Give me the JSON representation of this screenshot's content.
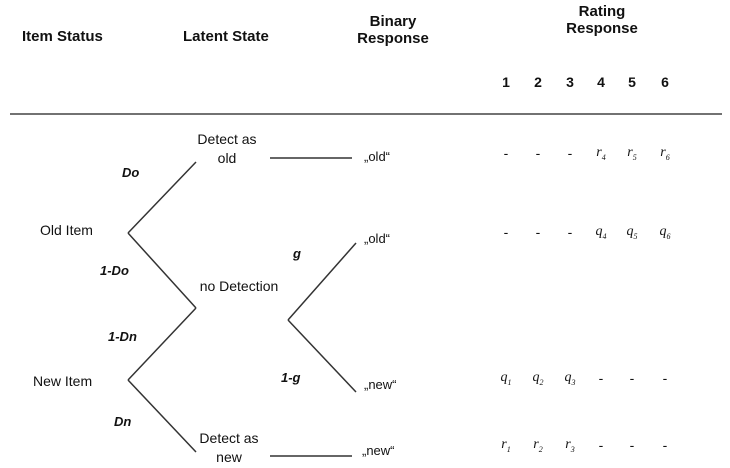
{
  "headers": {
    "item_status": "Item Status",
    "latent_state": "Latent State",
    "binary_response": "Binary Response",
    "rating_response": "Rating Response",
    "rating_columns": [
      "1",
      "2",
      "3",
      "4",
      "5",
      "6"
    ]
  },
  "nodes": {
    "old_item": "Old Item",
    "new_item": "New Item",
    "detect_old": "Detect as old",
    "no_detection": "no Detection",
    "detect_new": "Detect as new"
  },
  "edges": {
    "do": "Do",
    "one_minus_do": "1-Do",
    "one_minus_dn": "1-Dn",
    "dn": "Dn",
    "g": "g",
    "one_minus_g": "1-g"
  },
  "binary_responses": {
    "old_detect": "„old“",
    "old_guess": "„old“",
    "new_guess": "„new“",
    "new_detect": "„new“"
  },
  "rating_rows": [
    [
      "-",
      "-",
      "-",
      "r4",
      "r5",
      "r6"
    ],
    [
      "-",
      "-",
      "-",
      "q4",
      "q5",
      "q6"
    ],
    [
      "q1",
      "q2",
      "q3",
      "-",
      "-",
      "-"
    ],
    [
      "r1",
      "r2",
      "r3",
      "-",
      "-",
      "-"
    ]
  ]
}
